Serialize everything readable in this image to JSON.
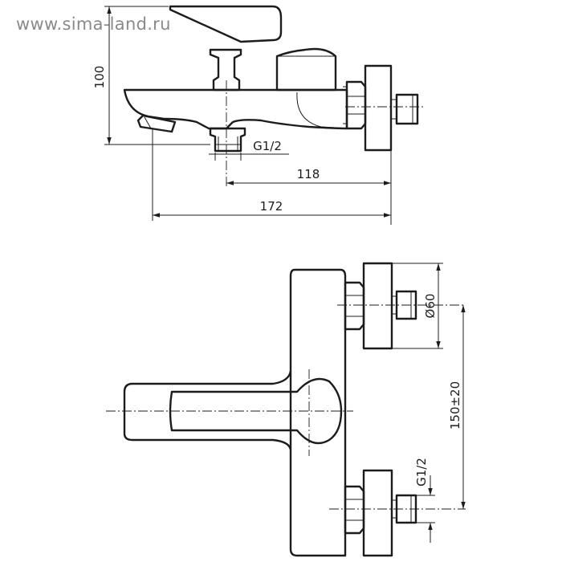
{
  "watermark": "www.sima-land.ru",
  "dimensions": {
    "height": "100",
    "inlet_thread_side": "G1/2",
    "depth_wall_to_outlet": "118",
    "total_depth": "172",
    "flange_diameter": "Ø60",
    "inlet_spacing": "150±20",
    "inlet_thread_front": "G1/2"
  }
}
